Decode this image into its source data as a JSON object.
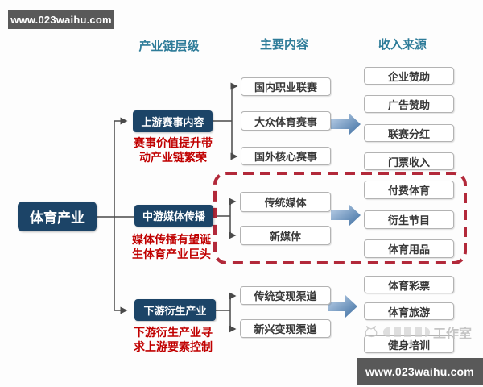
{
  "branding": {
    "top_left": "www.023waihu.com",
    "bottom_right": "www.023waihu.com",
    "bar_bg": "#595959"
  },
  "headers": [
    {
      "label": "产业链层级"
    },
    {
      "label": "主要内容"
    },
    {
      "label": "收入来源"
    }
  ],
  "root": {
    "label": "体育产业"
  },
  "rows": [
    {
      "stage": "上游赛事内容",
      "note_line1": "赛事价值提升带",
      "note_line2": "动产业链繁荣",
      "contents": [
        "国内职业联赛",
        "大众体育赛事",
        "国外核心赛事"
      ],
      "revenues": [
        "企业赞助",
        "广告赞助",
        "联赛分红",
        "门票收入"
      ],
      "highlighted": false
    },
    {
      "stage": "中游媒体传播",
      "note_line1": "媒体传播有望诞",
      "note_line2": "生体育产业巨头",
      "contents": [
        "传统媒体",
        "新媒体"
      ],
      "revenues": [
        "付费体育",
        "衍生节目",
        "体育用品"
      ],
      "highlighted": true
    },
    {
      "stage": "下游衍生产业",
      "note_line1": "下游衍生产业寻",
      "note_line2": "求上游要素控制",
      "contents": [
        "传统变现渠道",
        "新兴变现渠道"
      ],
      "revenues": [
        "体育彩票",
        "体育旅游",
        "健身培训"
      ],
      "highlighted": false
    }
  ],
  "watermark": {
    "text": "工作室",
    "icon": "studio-logo-icon"
  },
  "colors": {
    "navy_box": "#1c4467",
    "header_teal": "#2e7c99",
    "note_red": "#c00000",
    "dashed_highlight": "#b2293a",
    "flow_arrow_light": "#c3d6ec",
    "flow_arrow_dark": "#3c6da0",
    "connector": "#4a4a4a"
  }
}
